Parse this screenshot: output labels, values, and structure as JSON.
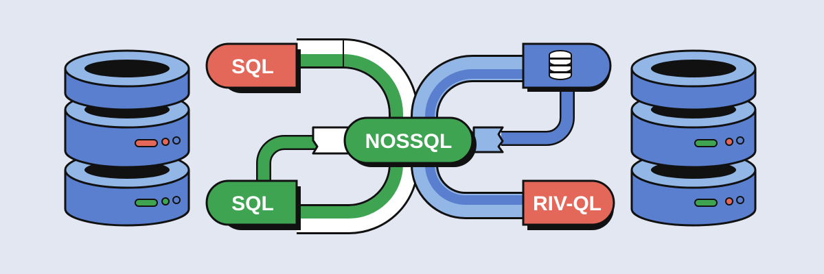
{
  "diagram": {
    "background": "#e3e7f1",
    "colors": {
      "outline": "#111111",
      "red": "#e4685a",
      "green": "#3fa452",
      "blue": "#5a7fce",
      "light_blue": "#92b6e6",
      "white": "#ffffff",
      "led_red": "#e4685a",
      "led_green": "#3fa452"
    },
    "nodes": {
      "sql_top": {
        "label": "SQL",
        "color": "#e4685a"
      },
      "sql_bottom": {
        "label": "SQL",
        "color": "#3fa452"
      },
      "nosql_center": {
        "label": "NOSSQL",
        "color": "#3fa452"
      },
      "db_box_top_right": {
        "icon": "database-stack-icon",
        "color": "#5a7fce"
      },
      "rivql_bottom_right": {
        "label": "RIV-QL",
        "color": "#e4685a"
      }
    },
    "servers": {
      "left": {
        "icon": "database-server-icon",
        "disks": 3,
        "led_colors": [
          "#e4685a",
          "#3fa452"
        ]
      },
      "right": {
        "icon": "database-server-icon",
        "disks": 3,
        "led_colors": [
          "#3fa452",
          "#3fa452"
        ]
      }
    }
  }
}
